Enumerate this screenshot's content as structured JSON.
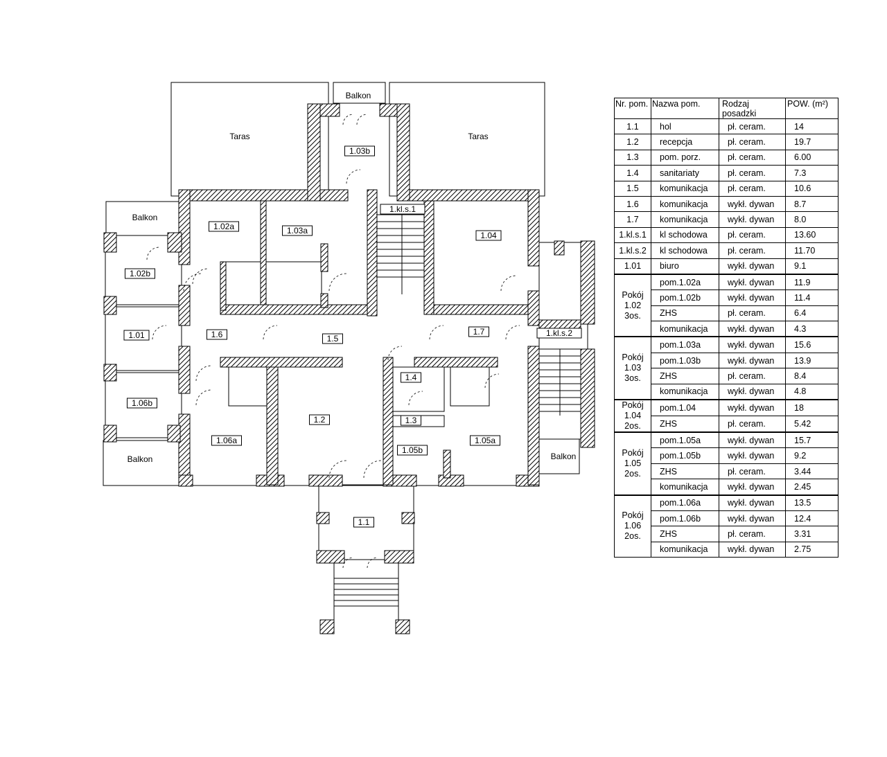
{
  "plan": {
    "outdoor": {
      "taras_left": "Taras",
      "taras_right": "Taras",
      "balkon_top": "Balkon",
      "balkon_left": "Balkon",
      "balkon_bottom_left": "Balkon",
      "balkon_right": "Balkon"
    },
    "rooms": {
      "r103b": "1.03b",
      "kls1": "1.kl.s.1",
      "r102a": "1.02a",
      "r103a": "1.03a",
      "r104": "1.04",
      "r102b": "1.02b",
      "r101": "1.01",
      "r16": "1.6",
      "r15": "1.5",
      "r17": "1.7",
      "kls2": "1.kl.s.2",
      "r14": "1.4",
      "r106b": "1.06b",
      "r12": "1.2",
      "r13": "1.3",
      "r105b": "1.05b",
      "r105a": "1.05a",
      "r106a": "1.06a",
      "r11": "1.1"
    }
  },
  "table": {
    "headers": [
      "Nr. pom.",
      "Nazwa pom.",
      "Rodzaj\nposadzki",
      "POW. (m²)"
    ],
    "rows": [
      {
        "nr": "1.1",
        "name": "hol",
        "floor": "pł. ceram.",
        "area": "14"
      },
      {
        "nr": "1.2",
        "name": "recepcja",
        "floor": "pł. ceram.",
        "area": "19.7"
      },
      {
        "nr": "1.3",
        "name": "pom. porz.",
        "floor": "pł. ceram.",
        "area": "6.00"
      },
      {
        "nr": "1.4",
        "name": "sanitariaty",
        "floor": "pł. ceram.",
        "area": "7.3"
      },
      {
        "nr": "1.5",
        "name": "komunikacja",
        "floor": "pł. ceram.",
        "area": "10.6"
      },
      {
        "nr": "1.6",
        "name": "komunikacja",
        "floor": "wykł. dywan",
        "area": "8.7"
      },
      {
        "nr": "1.7",
        "name": "komunikacja",
        "floor": "wykł. dywan",
        "area": "8.0"
      },
      {
        "nr": "1.kl.s.1",
        "name": "kl schodowa",
        "floor": "pł. ceram.",
        "area": "13.60"
      },
      {
        "nr": "1.kl.s.2",
        "name": "kl schodowa",
        "floor": "pł. ceram.",
        "area": "11.70"
      },
      {
        "nr": "1.01",
        "name": "biuro",
        "floor": "wykł. dywan",
        "area": "9.1"
      }
    ],
    "groups": [
      {
        "label": "Pokój\n1.02\n3os.",
        "rows": [
          {
            "name": "pom.1.02a",
            "floor": "wykł. dywan",
            "area": "11.9"
          },
          {
            "name": "pom.1.02b",
            "floor": "wykł. dywan",
            "area": "11.4"
          },
          {
            "name": "ZHS",
            "floor": "pł. ceram.",
            "area": "6.4"
          },
          {
            "name": "komunikacja",
            "floor": "wykł. dywan",
            "area": "4.3"
          }
        ]
      },
      {
        "label": "Pokój\n1.03\n3os.",
        "rows": [
          {
            "name": "pom.1.03a",
            "floor": "wykł. dywan",
            "area": "15.6"
          },
          {
            "name": "pom.1.03b",
            "floor": "wykł. dywan",
            "area": "13.9"
          },
          {
            "name": "ZHS",
            "floor": "pł. ceram.",
            "area": "8.4"
          },
          {
            "name": "komunikacja",
            "floor": "wykł. dywan",
            "area": "4.8"
          }
        ]
      },
      {
        "label": "Pokój\n1.04\n2os.",
        "rows": [
          {
            "name": "pom.1.04",
            "floor": "wykł. dywan",
            "area": "18"
          },
          {
            "name": "ZHS",
            "floor": "pł. ceram.",
            "area": "5.42"
          }
        ]
      },
      {
        "label": "Pokój\n1.05\n2os.",
        "rows": [
          {
            "name": "pom.1.05a",
            "floor": "wykł. dywan",
            "area": "15.7"
          },
          {
            "name": "pom.1.05b",
            "floor": "wykł. dywan",
            "area": "9.2"
          },
          {
            "name": "ZHS",
            "floor": "pł. ceram.",
            "area": "3.44"
          },
          {
            "name": "komunikacja",
            "floor": "wykł. dywan",
            "area": "2.45"
          }
        ]
      },
      {
        "label": "Pokój\n1.06\n2os.",
        "rows": [
          {
            "name": "pom.1.06a",
            "floor": "wykł. dywan",
            "area": "13.5"
          },
          {
            "name": "pom.1.06b",
            "floor": "wykł. dywan",
            "area": "12.4"
          },
          {
            "name": "ZHS",
            "floor": "pł. ceram.",
            "area": "3.31"
          },
          {
            "name": "komunikacja",
            "floor": "wykł. dywan",
            "area": "2.75"
          }
        ]
      }
    ]
  }
}
